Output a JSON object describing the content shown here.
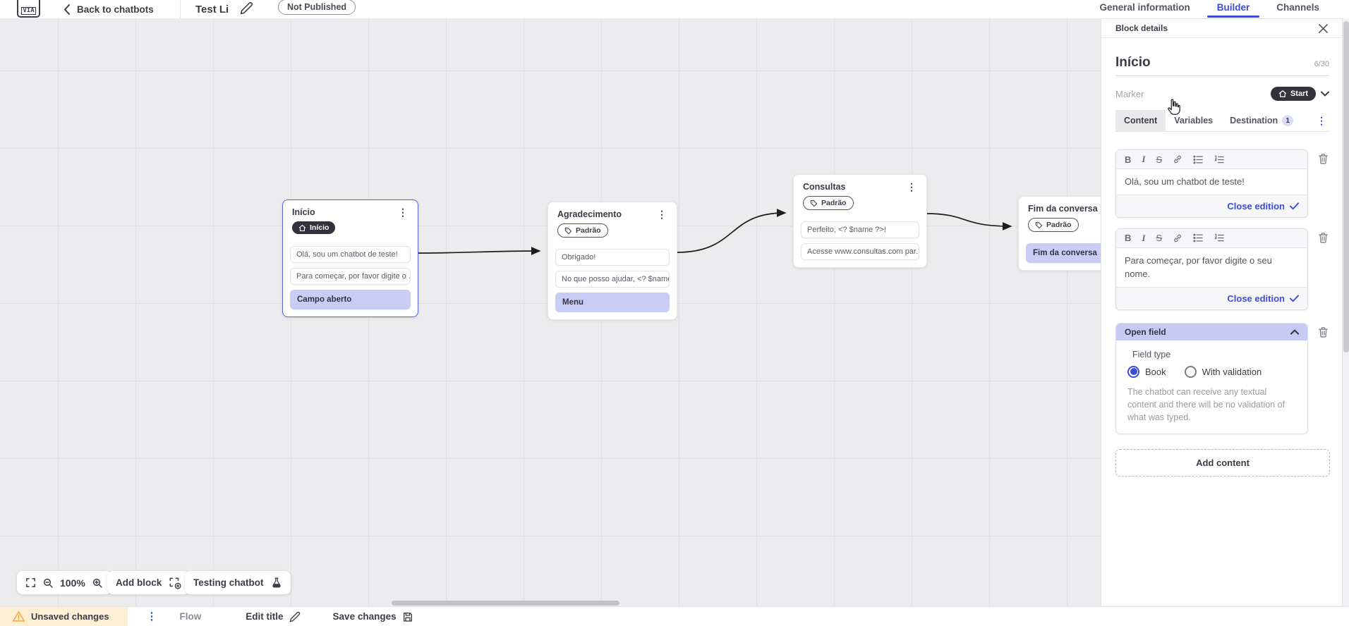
{
  "topbar": {
    "back_label": "Back to chatbots",
    "bot_title": "Test Li",
    "status_badge": "Not Published",
    "tabs": [
      {
        "label": "General information"
      },
      {
        "label": "Builder"
      },
      {
        "label": "Channels"
      }
    ]
  },
  "panel": {
    "header_title": "Block details",
    "name_value": "Início",
    "name_counter": "6/30",
    "marker_label": "Marker",
    "marker_value": "Start",
    "tabs": [
      {
        "label": "Content"
      },
      {
        "label": "Variables"
      },
      {
        "label": "Destination",
        "badge": "1"
      }
    ],
    "editors": [
      {
        "text": "Olá, sou um chatbot de teste!",
        "close_label": "Close edition"
      },
      {
        "text": "Para começar, por favor digite o seu nome.",
        "close_label": "Close edition"
      }
    ],
    "open_field": {
      "title": "Open field",
      "field_type_label": "Field type",
      "option_book": "Book",
      "option_validation": "With validation",
      "description": "The chatbot can receive any textual content and there will be no validation of what was typed."
    },
    "add_content_label": "Add content"
  },
  "canvas": {
    "blocks": [
      {
        "title": "Início",
        "marker": "Início",
        "rows": [
          {
            "text": "Olá, sou um chatbot de teste!"
          },
          {
            "text": "Para começar, por favor digite o ..."
          },
          {
            "text": "Campo aberto"
          }
        ]
      },
      {
        "title": "Agradecimento",
        "marker": "Padrão",
        "rows": [
          {
            "text": "Obrigado!"
          },
          {
            "text": "No que posso ajudar, <? $name ..."
          },
          {
            "text": "Menu"
          }
        ]
      },
      {
        "title": "Consultas",
        "marker": "Padrão",
        "rows": [
          {
            "text": "Perfeito, <? $name ?>!"
          },
          {
            "text": "Acesse www.consultas.com par..."
          }
        ]
      },
      {
        "title": "Fim da conversa",
        "marker": "Padrão",
        "rows": [
          {
            "text": "Fim da conversa"
          }
        ]
      }
    ]
  },
  "toolbar": {
    "zoom_value": "100%",
    "add_block_label": "Add block",
    "testing_label": "Testing chatbot"
  },
  "statusbar": {
    "unsaved_label": "Unsaved changes",
    "flow_label": "Flow",
    "edit_title_label": "Edit title",
    "save_label": "Save changes"
  },
  "colors": {
    "accent_blue": "#3a4dd3",
    "dark_pill": "#33323c",
    "row_highlight": "#c7cdf4",
    "canvas_bg": "#ececee",
    "warning_bg": "#fcefd4",
    "warning_icon": "#eda73c"
  }
}
